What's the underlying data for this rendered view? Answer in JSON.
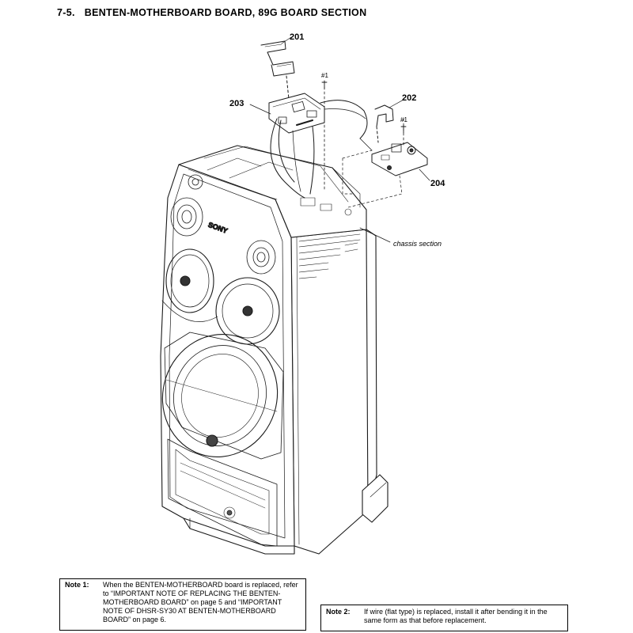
{
  "header": {
    "section_number": "7-5.",
    "section_title": "BENTEN-MOTHERBOARD BOARD, 89G BOARD SECTION"
  },
  "diagram": {
    "callouts": {
      "p201": "201",
      "p202": "202",
      "p203": "203",
      "p204": "204"
    },
    "screw_marks": [
      "#1",
      "#1"
    ],
    "chassis_label": "chassis section",
    "brand_mark": "SONY"
  },
  "notes": [
    {
      "label": "Note 1:",
      "text": "When the BENTEN-MOTHERBOARD board is replaced, refer to “IMPORTANT NOTE OF REPLACING THE BENTEN-MOTHERBOARD BOARD” on page 5 and “IMPORTANT NOTE OF DHSR-SY30 AT BENTEN-MOTHERBOARD BOARD” on page 6."
    },
    {
      "label": "Note 2:",
      "text": "If wire (flat type) is replaced, install it after bending it in the same form as that before replacement."
    }
  ]
}
